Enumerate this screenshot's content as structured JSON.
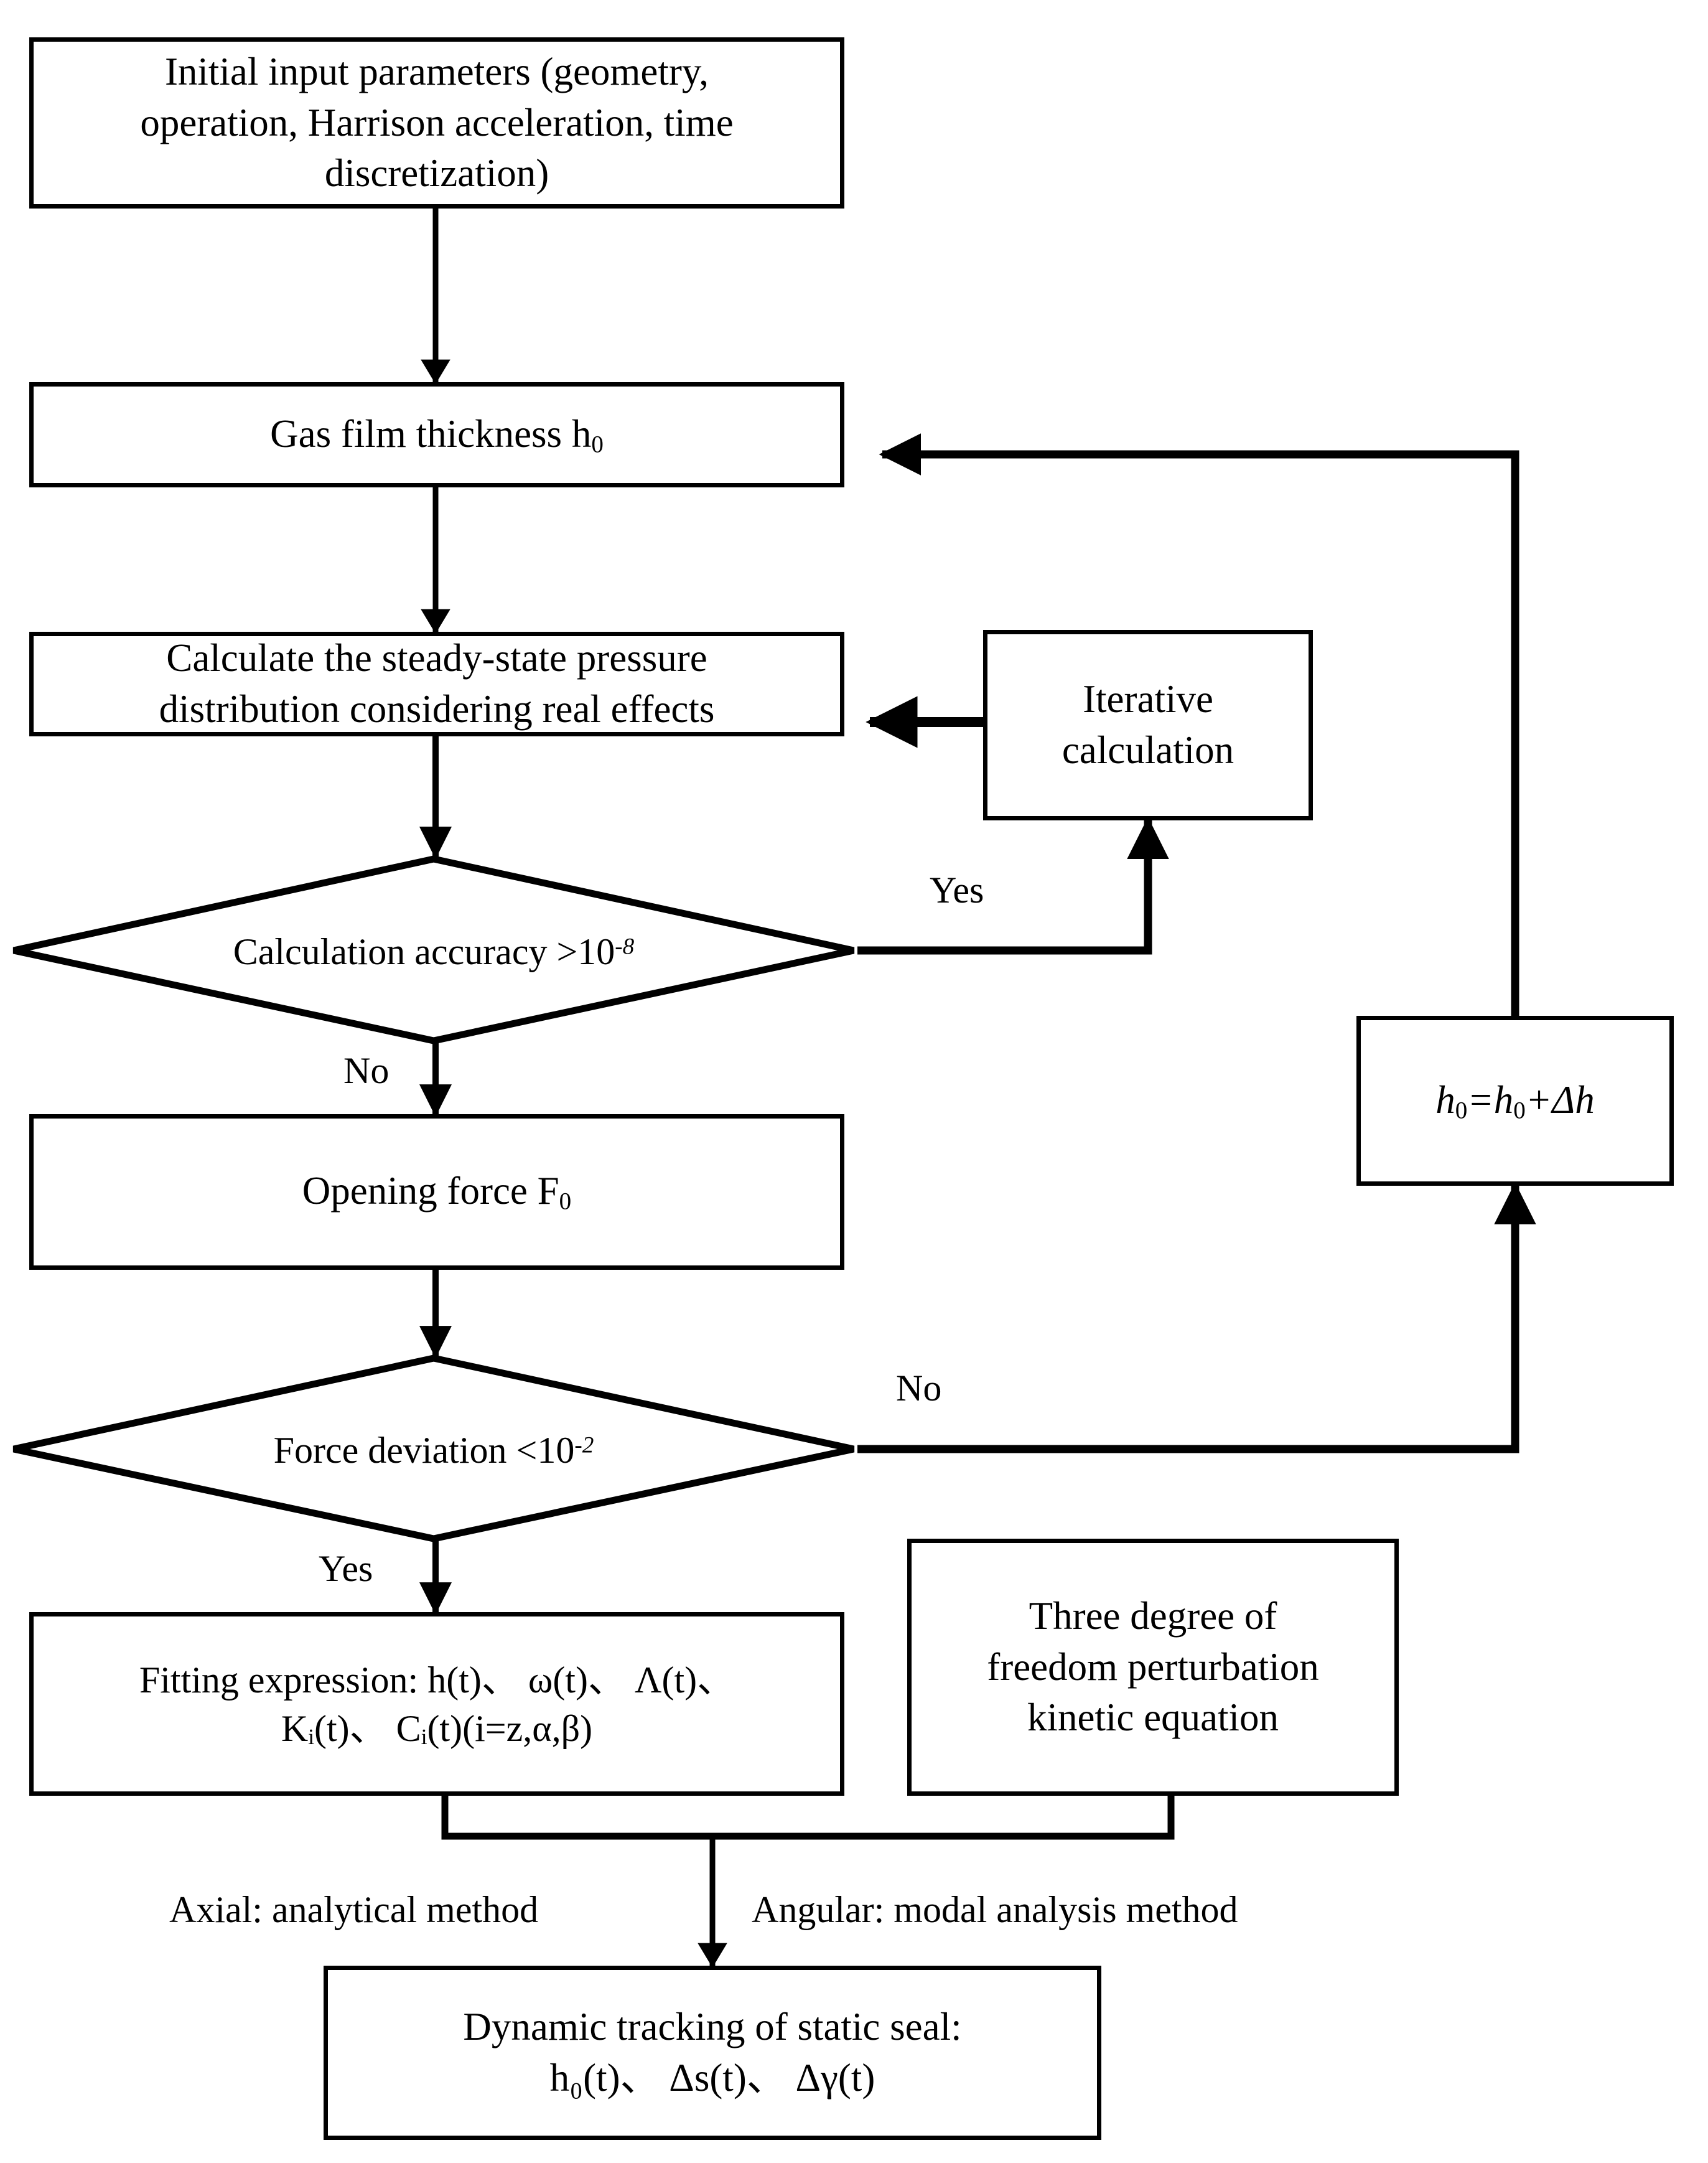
{
  "diagram": {
    "title": "Numerical solution flowchart for gas film seal dynamic tracking",
    "type": "flowchart",
    "stroke_color": "#000000",
    "background_color": "#ffffff"
  },
  "nodes": {
    "initial_input": {
      "shape": "process",
      "lines": [
        "Initial input parameters (geometry,",
        "operation, Harrison acceleration, time",
        "discretization)"
      ]
    },
    "gas_film": {
      "shape": "process",
      "text": "Gas film thickness h",
      "subscript": "0"
    },
    "steady_pressure": {
      "shape": "process",
      "lines": [
        "Calculate the steady-state pressure",
        "distribution considering real effects"
      ]
    },
    "iterative_calculation": {
      "shape": "process",
      "lines": [
        "Iterative",
        "calculation"
      ]
    },
    "calc_accuracy": {
      "shape": "decision",
      "text": "Calculation accuracy >10",
      "exponent": "-8"
    },
    "opening_force": {
      "shape": "process",
      "text": "Opening force F",
      "subscript": "0"
    },
    "h_update": {
      "shape": "process",
      "text_parts": [
        "h",
        "0",
        "=h",
        "0",
        "+Δh"
      ]
    },
    "force_deviation": {
      "shape": "decision",
      "text": "Force deviation <10",
      "exponent": "-2"
    },
    "fitting_expression": {
      "shape": "process",
      "line1": "Fitting expression: h(t)、 ω(t)、 Λ(t)、",
      "line2": "Kᵢ(t)、 Cᵢ(t)(i=z,α,β)"
    },
    "three_dof": {
      "shape": "process",
      "lines": [
        "Three degree of",
        "freedom perturbation",
        "kinetic equation"
      ]
    },
    "dynamic_tracking": {
      "shape": "process",
      "line1": "Dynamic tracking of static seal:",
      "line2": "h₀(t)、 Δs(t)、 Δγ(t)"
    }
  },
  "edge_labels": {
    "accuracy_yes": "Yes",
    "accuracy_no": "No",
    "deviation_no": "No",
    "deviation_yes": "Yes",
    "axial_method": "Axial: analytical method",
    "angular_method": "Angular: modal analysis method"
  }
}
